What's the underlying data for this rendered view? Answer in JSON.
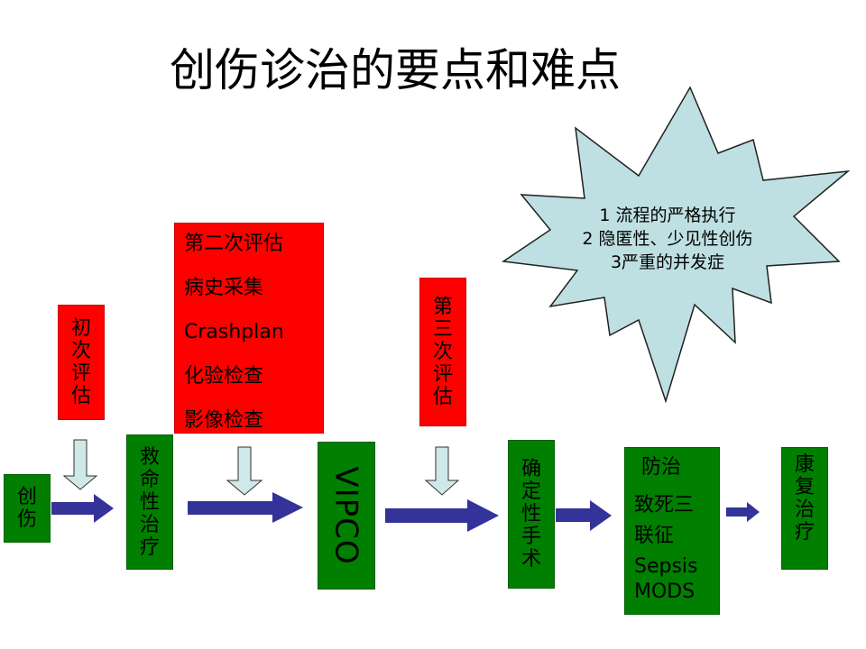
{
  "title": "创伤诊治的要点和难点",
  "starburst": {
    "lines": [
      "1 流程的严格执行",
      "2 隐匿性、少见性创伤",
      "3严重的并发症"
    ]
  },
  "boxes": {
    "trauma": "创伤",
    "initial_eval": "初次评估",
    "lifesaving": "救命性治疗",
    "second_eval": [
      "第二次评估",
      "病史采集",
      "Crashplan",
      "化验检查",
      "影像检查"
    ],
    "vipco": "VIPCO",
    "third_eval": "第三次评估",
    "definitive_surgery": "确定性手术",
    "prevent": [
      "防治",
      "致死三",
      "联征",
      "Sepsis",
      "MODS"
    ],
    "rehab": "康复治疗"
  },
  "colors": {
    "green": "#007f00",
    "red": "#ff0000",
    "arrow_blue": "#33339a",
    "down_arrow": "#cfe9e9",
    "starburst": "#bfe0e3"
  }
}
